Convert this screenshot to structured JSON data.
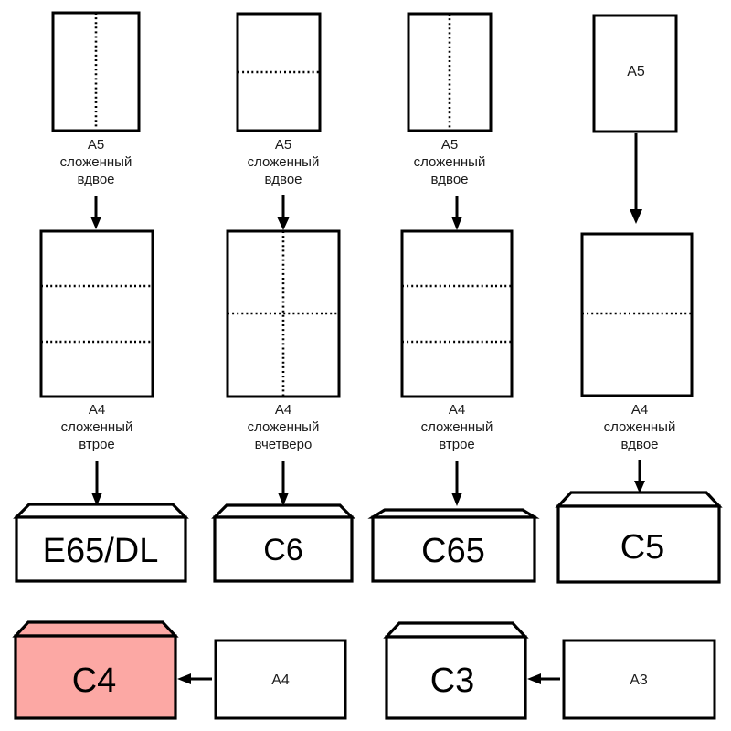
{
  "diagram": {
    "title_text": "",
    "accent_highlight_color": "#fca8a4",
    "line_color": "#000000",
    "background_color": "#ffffff"
  },
  "columns": [
    {
      "id": "col-1",
      "source_sheet": {
        "format": "A5",
        "fold_pattern": "vertical-half",
        "inner_label": ""
      },
      "caption": {
        "line1": "A5",
        "line2": "сложенный",
        "line3": "вдвое"
      },
      "folded_sheet": {
        "format": "A4",
        "fold_pattern": "horizontal-thirds",
        "inner_label": ""
      },
      "caption2": {
        "line1": "A4",
        "line2": "сложенный",
        "line3": "втрое"
      },
      "envelope": {
        "label": "E65/DL",
        "highlighted": false
      }
    },
    {
      "id": "col-2",
      "source_sheet": {
        "format": "A5",
        "fold_pattern": "horizontal-half",
        "inner_label": ""
      },
      "caption": {
        "line1": "A5",
        "line2": "сложенный",
        "line3": "вдвое"
      },
      "folded_sheet": {
        "format": "A4",
        "fold_pattern": "cross-quarters",
        "inner_label": ""
      },
      "caption2": {
        "line1": "A4",
        "line2": "сложенный",
        "line3": "вчетверо"
      },
      "envelope": {
        "label": "C6",
        "highlighted": false
      }
    },
    {
      "id": "col-3",
      "source_sheet": {
        "format": "A5",
        "fold_pattern": "vertical-half",
        "inner_label": ""
      },
      "caption": {
        "line1": "A5",
        "line2": "сложенный",
        "line3": "вдвое"
      },
      "folded_sheet": {
        "format": "A4",
        "fold_pattern": "horizontal-thirds",
        "inner_label": ""
      },
      "caption2": {
        "line1": "A4",
        "line2": "сложенный",
        "line3": "втрое"
      },
      "envelope": {
        "label": "C65",
        "highlighted": false
      }
    },
    {
      "id": "col-4",
      "source_sheet": {
        "format": "A5",
        "fold_pattern": "none",
        "inner_label": "A5"
      },
      "caption": {
        "line1": "",
        "line2": "",
        "line3": ""
      },
      "folded_sheet": {
        "format": "A4",
        "fold_pattern": "horizontal-half",
        "inner_label": ""
      },
      "caption2": {
        "line1": "A4",
        "line2": "сложенный",
        "line3": "вдвое"
      },
      "envelope": {
        "label": "C5",
        "highlighted": false
      }
    }
  ],
  "bottom_row": [
    {
      "id": "pair-c4",
      "envelope": {
        "label": "C4",
        "highlighted": true
      },
      "sheet": {
        "label": "A4"
      }
    },
    {
      "id": "pair-c3",
      "envelope": {
        "label": "C3",
        "highlighted": false
      },
      "sheet": {
        "label": "A3"
      }
    }
  ]
}
